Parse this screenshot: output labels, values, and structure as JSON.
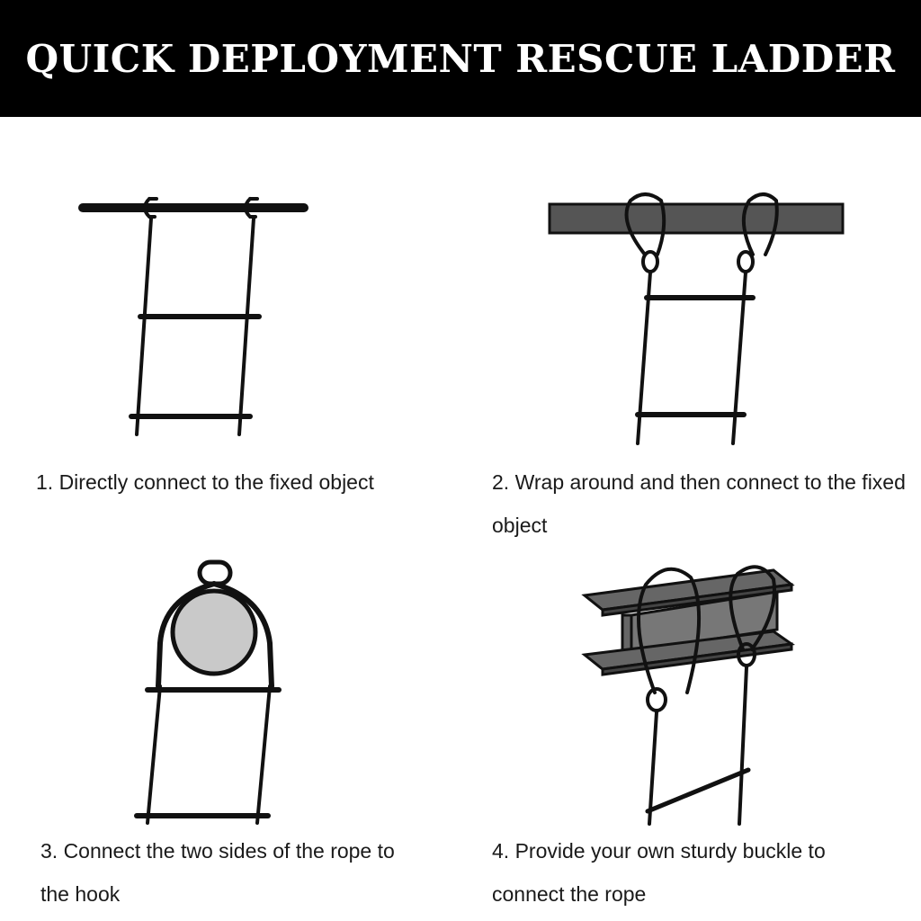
{
  "header": {
    "title": "QUICK DEPLOYMENT RESCUE LADDER"
  },
  "steps": [
    {
      "caption": "1. Directly connect to the fixed object"
    },
    {
      "caption": "2. Wrap around and then connect to the fixed object"
    },
    {
      "caption": "3. Connect the two sides of the rope to the hook"
    },
    {
      "caption": "4. Provide your own sturdy buckle to connect the rope"
    }
  ],
  "colors": {
    "banner": "#000000",
    "banner_text": "#ffffff",
    "ink": "#1a1a1a"
  }
}
